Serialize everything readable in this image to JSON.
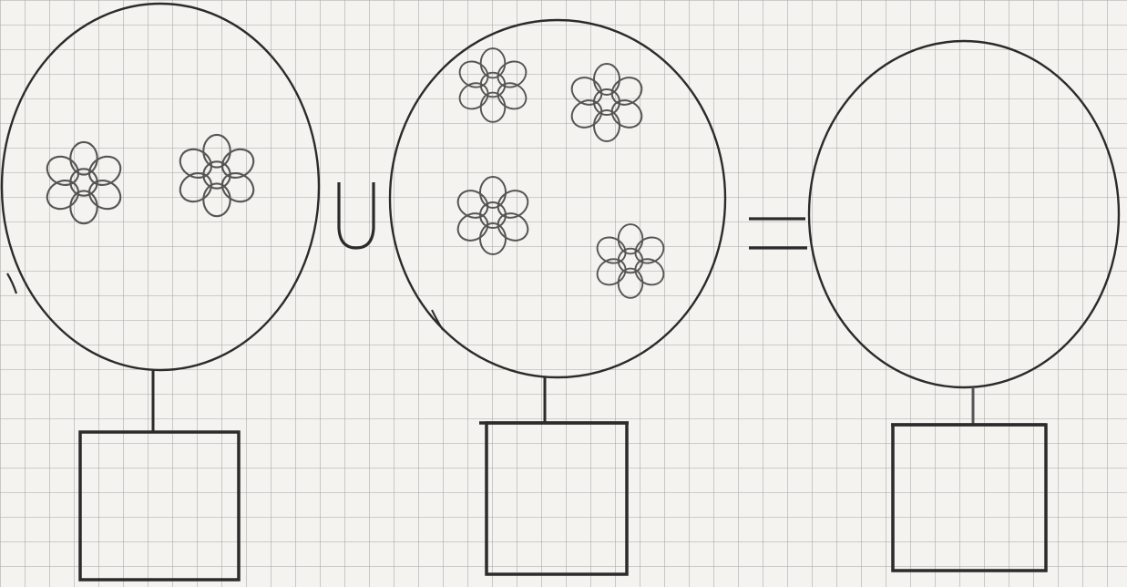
{
  "paper": {
    "background": "#f4f3ef",
    "grid_color": "#9a9a9a",
    "ink_color": "#2b2b2b",
    "pencil_color": "#555555"
  },
  "diagram": {
    "sets": [
      {
        "id": "set-a",
        "flower_count": 2,
        "answer_box": ""
      },
      {
        "id": "set-b",
        "flower_count": 4,
        "answer_box": ""
      },
      {
        "id": "set-result",
        "flower_count": 0,
        "answer_box": ""
      }
    ],
    "operators": {
      "union": "union-symbol",
      "equals": "equals-sign"
    }
  }
}
